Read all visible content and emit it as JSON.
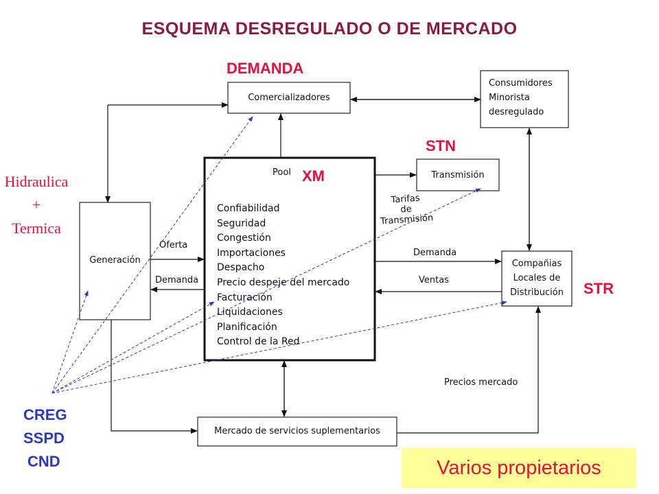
{
  "title": "ESQUEMA  DESREGULADO O DE MERCADO",
  "labels": {
    "demanda_top": "DEMANDA",
    "stn": "STN",
    "str": "STR",
    "xm": "XM",
    "hidraulica": [
      "Hidraulica",
      "+",
      "Termica"
    ],
    "regulators": [
      "CREG",
      "SSPD",
      "CND"
    ],
    "varios": "Varios propietarios"
  },
  "boxes": {
    "comercializadores": "Comercializadores",
    "consumidores": [
      "Consumidores",
      "Minorista",
      "desregulado"
    ],
    "transmision": "Transmisión",
    "generacion": "Generación",
    "companias": [
      "Compañias",
      "Locales de",
      "Distribución"
    ],
    "mercado_servicios": "Mercado de servicios suplementarios",
    "pool": {
      "label": "Pool",
      "items": [
        "Confiabilidad",
        "Seguridad",
        "Congestión",
        "Importaciones",
        "Despacho",
        "Precio despeje del mercado",
        "Facturación",
        "Liquidaciones",
        "Planificación",
        "Control de la Red"
      ]
    }
  },
  "edge_labels": {
    "oferta": "Oferta",
    "demanda_gen": "Demanda",
    "tarifas": [
      "Tarifas",
      "de",
      "Transmisión"
    ],
    "demanda_right": "Demanda",
    "ventas": "Ventas",
    "precios": "Precios mercado"
  },
  "colors": {
    "title": "#8a1b3d",
    "red": "#e8103a",
    "blue": "#2a37c8",
    "highlight": "#ffff99"
  }
}
